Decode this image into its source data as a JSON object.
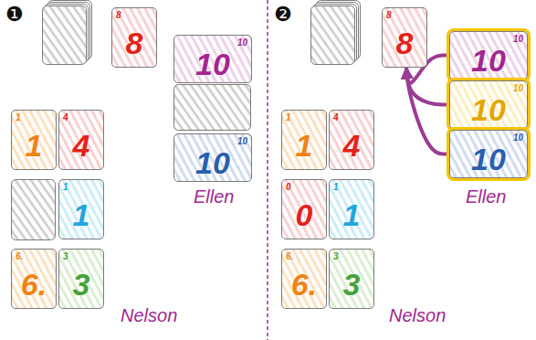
{
  "diagram": {
    "nodes": [
      {
        "text": [
          "8",
          "8"
        ]
      },
      {
        "text": [
          "10",
          "10"
        ]
      },
      {
        "text": [
          "10",
          "10"
        ]
      },
      {
        "text": [
          "1",
          "1"
        ]
      },
      {
        "text": [
          "4",
          "4"
        ]
      },
      {
        "text": [
          "1",
          "1"
        ]
      },
      {
        "text": [
          "6.",
          "6."
        ]
      },
      {
        "text": [
          "3",
          "3"
        ]
      },
      {
        "text": [
          "8",
          "8"
        ]
      },
      {
        "text": [
          "10",
          "10"
        ]
      },
      {
        "text": [
          "10",
          "10"
        ]
      },
      {
        "text": [
          "10",
          "10"
        ]
      },
      {
        "text": [
          "1",
          "1"
        ]
      },
      {
        "text": [
          "4",
          "4"
        ]
      },
      {
        "text": [
          "0",
          "0"
        ]
      },
      {
        "text": [
          "1",
          "1"
        ]
      },
      {
        "text": [
          "6.",
          "6."
        ]
      },
      {
        "text": [
          "3",
          "3"
        ]
      }
    ],
    "edges": [
      {
        "from": 9,
        "to": 8,
        "arrow": "to"
      },
      {
        "from": 10,
        "to": 8,
        "arrow": "to"
      },
      {
        "from": 11,
        "to": 8,
        "arrow": "to"
      }
    ],
    "labels": [
      "❶",
      "Ellen",
      "Nelson",
      "❷",
      "Ellen",
      "Nelson"
    ]
  }
}
